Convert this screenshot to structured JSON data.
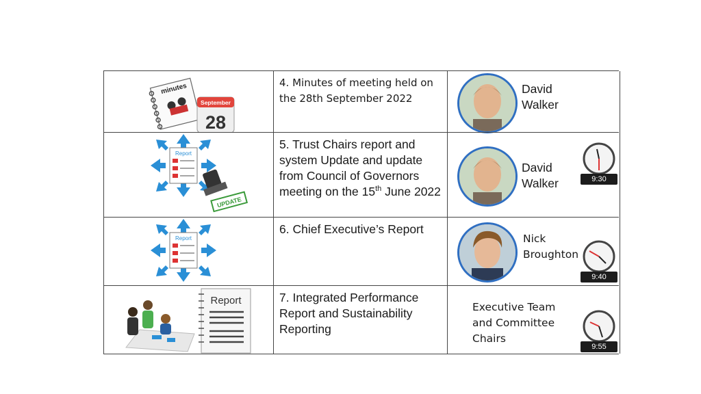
{
  "items": [
    {
      "title": "4. Minutes of meeting held on the 28th September 2022",
      "presenter_first": "David",
      "presenter_last": "Walker",
      "graphic_word": "minutes",
      "calendar_month": "September",
      "calendar_day": "28"
    },
    {
      "title_main": "5. Trust Chairs report and system Update and update from Council of Governors meeting on the 15",
      "title_sup": "th",
      "title_tail": " June 2022",
      "presenter_first": "David",
      "presenter_last": "Walker",
      "clock_time": "9:30",
      "report_label": "Report",
      "stamp_label": "UPDATE"
    },
    {
      "title": "6. Chief Executive’s Report",
      "presenter_first": "Nick",
      "presenter_last": "Broughton",
      "clock_time": "9:40",
      "report_label": "Report"
    },
    {
      "title": "7. Integrated Performance Report and Sustainability Reporting",
      "presenter_line1": "Executive  Team",
      "presenter_line2": "and Committee",
      "presenter_line3": "Chairs",
      "clock_time": "9:55",
      "report_label": "Report"
    }
  ],
  "colors": {
    "avatar_ring": "#2f6fc2",
    "arrow": "#2a8fd6",
    "calendar_red": "#e2453c",
    "stamp_green": "#3a9a3a"
  }
}
